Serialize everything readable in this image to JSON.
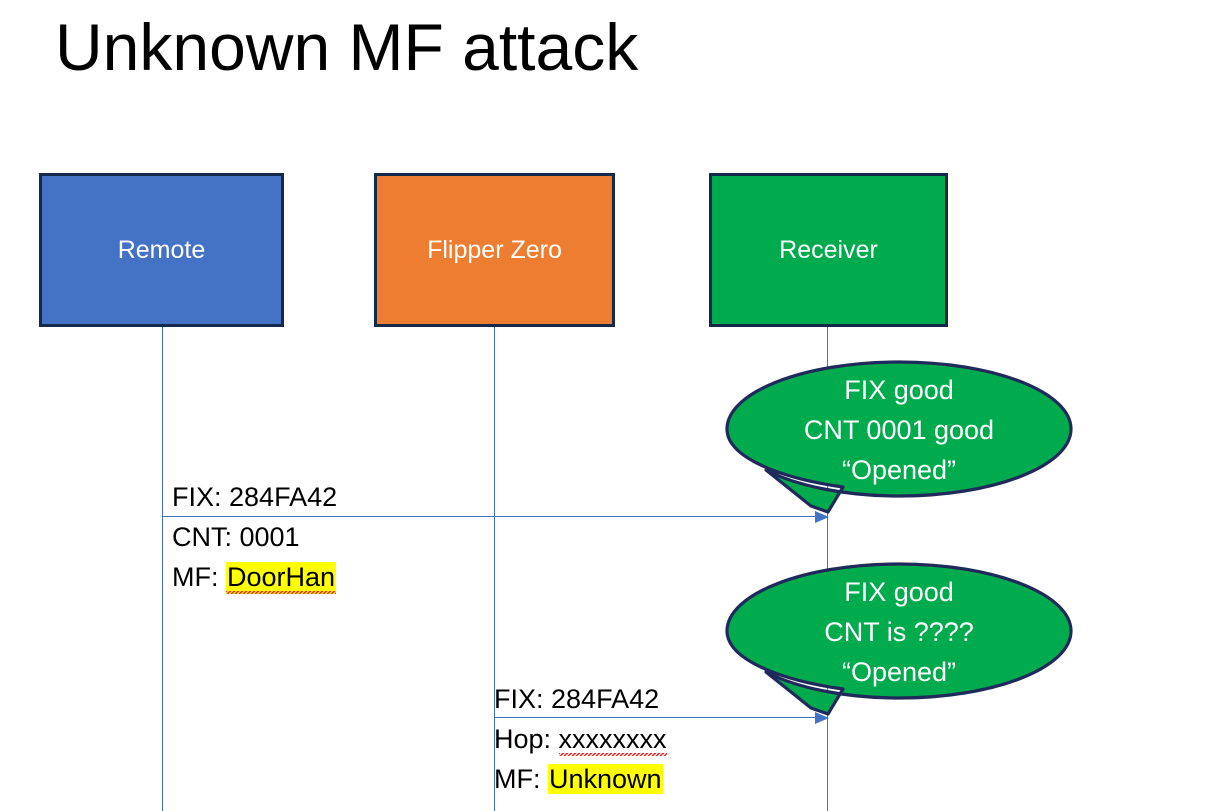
{
  "slide": {
    "title": "Unknown MF attack",
    "background": "#ffffff"
  },
  "colors": {
    "remote_fill": "#4472C4",
    "flipper_fill": "#ED7D31",
    "receiver_fill": "#00AB4E",
    "box_border": "#15294B",
    "lifeline": "#4472C4",
    "arrow": "#4472C4",
    "highlight": "#FFFF00",
    "callout_fill": "#00AB4E",
    "callout_border": "#1F2A5A",
    "text_dark": "#000000",
    "text_light": "#FFFFFF"
  },
  "actors": [
    {
      "id": "remote",
      "label": "Remote"
    },
    {
      "id": "flipper",
      "label": "Flipper Zero"
    },
    {
      "id": "receiver",
      "label": "Receiver"
    }
  ],
  "messages": [
    {
      "id": "msg-1",
      "from": "remote",
      "to": "receiver",
      "lines": [
        {
          "prefix": "FIX: ",
          "value": "284FA42",
          "highlighted": false,
          "misspelled": false
        },
        {
          "prefix": "CNT: ",
          "value": "0001",
          "highlighted": false,
          "misspelled": false
        },
        {
          "prefix": "MF: ",
          "value": "DoorHan",
          "highlighted": true,
          "misspelled": true
        }
      ]
    },
    {
      "id": "msg-2",
      "from": "flipper",
      "to": "receiver",
      "lines": [
        {
          "prefix": "FIX: ",
          "value": "284FA42",
          "highlighted": false,
          "misspelled": false
        },
        {
          "prefix": "Hop: ",
          "value": "xxxxxxxx",
          "highlighted": false,
          "misspelled": true
        },
        {
          "prefix": "MF: ",
          "value": "Unknown",
          "highlighted": true,
          "misspelled": false
        }
      ]
    }
  ],
  "callouts": [
    {
      "id": "callout-1",
      "line1": "FIX good",
      "line2": "CNT 0001 good",
      "line3": "“Opened”"
    },
    {
      "id": "callout-2",
      "line1": "FIX good",
      "line2": "CNT is ????",
      "line3": "“Opened”"
    }
  ]
}
